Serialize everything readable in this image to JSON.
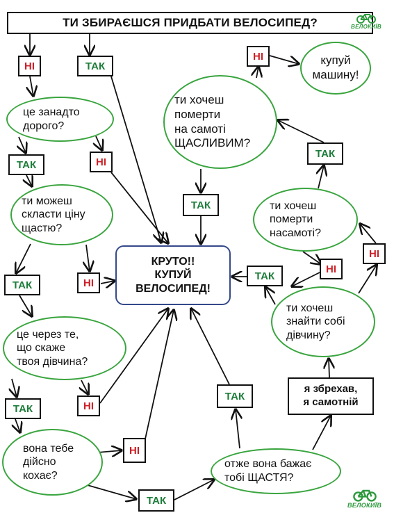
{
  "title": "ТИ ЗБИРАЄШСЯ ПРИДБАТИ ВЕЛОСИПЕД?",
  "logo": {
    "text": "ВЕЛОКИЇВ",
    "icon": "bicycle-icon",
    "color": "#2e9a3e"
  },
  "center": "КРУТО!!\nКУПУЙ\nВЕЛОСИПЕД!",
  "questions": {
    "expensive": "це занадто\nдорого?",
    "price_happiness": "ти можеш\nскласти ціну\nщастю?",
    "girlfriend_says": "це через те,\nщо скаже\nтвоя дівчина?",
    "she_loves": "вона тебе\nдійсно\nкохає?",
    "wants_happiness": "отже вона бажає\nтобі ЩАСТЯ?",
    "find_girlfriend": "ти хочеш\nзнайти собі\nдівчину?",
    "die_alone": "ти хочеш\nпомерти\nнасамоті?",
    "die_alone_happy": "ти хочеш\nпомерти\nна самоті\nЩАСЛИВИМ?",
    "buy_car": "купуй\nмашину!"
  },
  "boxes": {
    "lied": "я збрехав,\nя самотній"
  },
  "labels": {
    "yes": "ТАК",
    "no": "НІ"
  },
  "colors": {
    "yes": "#1d7d3a",
    "no": "#cc2027",
    "oval_border": "#3aa53f",
    "center_border": "#34498a"
  }
}
